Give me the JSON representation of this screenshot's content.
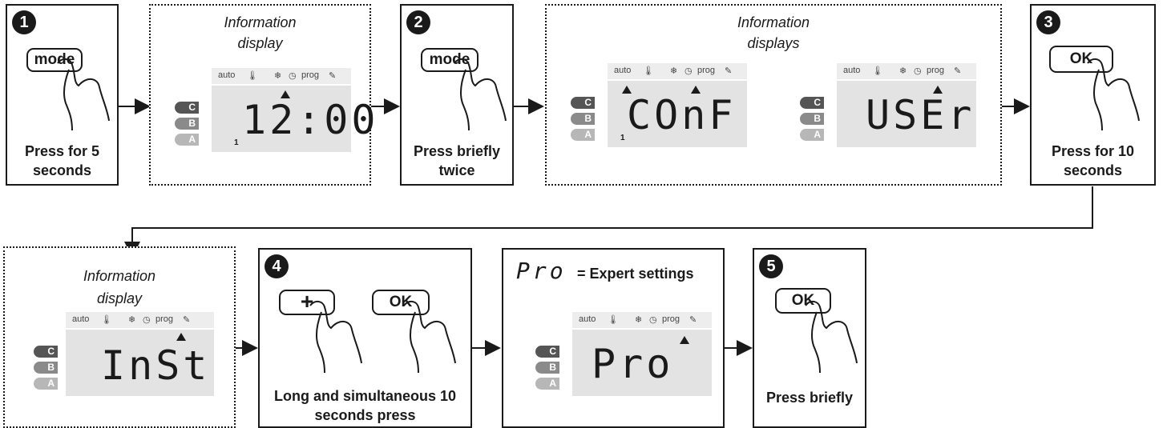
{
  "steps": {
    "s1": {
      "num": "1",
      "key": "mode",
      "caption": [
        "Press for 5",
        "seconds"
      ]
    },
    "s2": {
      "num": "2",
      "key": "mode",
      "caption": [
        "Press briefly",
        "twice"
      ]
    },
    "s3": {
      "num": "3",
      "key": "OK",
      "caption": [
        "Press for 10",
        "seconds"
      ]
    },
    "s4": {
      "num": "4",
      "key_plus": "+",
      "key_ok": "OK",
      "caption": [
        "Long and simultaneous 10",
        "seconds press"
      ]
    },
    "s5": {
      "num": "5",
      "key": "OK",
      "caption": [
        "Press briefly"
      ]
    }
  },
  "info": {
    "info1": [
      "Information",
      "display"
    ],
    "info2": [
      "Information",
      "displays"
    ],
    "info3": [
      "Information",
      "display"
    ]
  },
  "pro": {
    "symbol": "Pro",
    "label": "= Expert settings"
  },
  "lcd": {
    "icons": {
      "auto": "auto",
      "prog": "prog"
    },
    "tabs": [
      "C",
      "B",
      "A"
    ],
    "small": "1",
    "screens": {
      "clock": "12:00",
      "conf": "COnF",
      "user": "USEr",
      "inst": "InSt",
      "pro": "Pro"
    }
  }
}
